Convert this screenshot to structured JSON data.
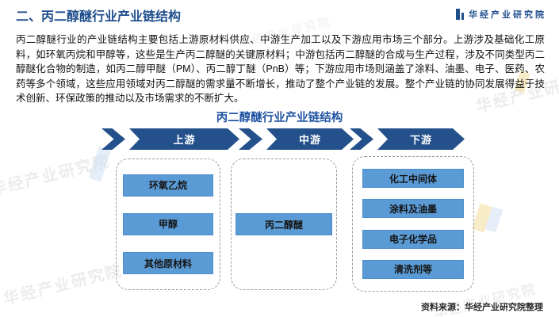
{
  "page": {
    "header": {
      "title": "二、丙二醇醚行业产业链结构",
      "brand": "华经产业研究院"
    },
    "intro": "丙二醇醚行业的产业链结构主要包括上游原材料供应、中游生产加工以及下游应用市场三个部分。上游涉及基础化工原料，如环氧丙烷和甲醇等，这些是生产丙二醇醚的关键原材料；中游包括丙二醇醚的合成与生产过程，涉及不同类型丙二醇醚化合物的制造，如丙二醇甲醚（PM）、丙二醇丁醚（PnB）等；下游应用市场则涵盖了涂料、油墨、电子、医药、农药等多个领域，这些应用领域对丙二醇醚的需求量不断增长，推动了整个产业链的发展。整个产业链的协同发展得益于技术创新、环保政策的推动以及市场需求的不断扩大。",
    "diagram": {
      "title": "丙二醇醚行业产业链结构",
      "stages": [
        {
          "label": "上游",
          "items": [
            "环氧乙烷",
            "甲醇",
            "其他原材料"
          ]
        },
        {
          "label": "中游",
          "items": [
            "丙二醇醚"
          ]
        },
        {
          "label": "下游",
          "items": [
            "化工中间体",
            "涂料及油墨",
            "电子化学品",
            "清洗剂等"
          ]
        }
      ]
    },
    "source": "资料来源：华经产业研究院整理",
    "watermark": "华经产业研究院",
    "colors": {
      "arrow_blue": "#24518B",
      "node_blue": "#5B9BD5",
      "title_blue": "#1F4E8C"
    }
  }
}
